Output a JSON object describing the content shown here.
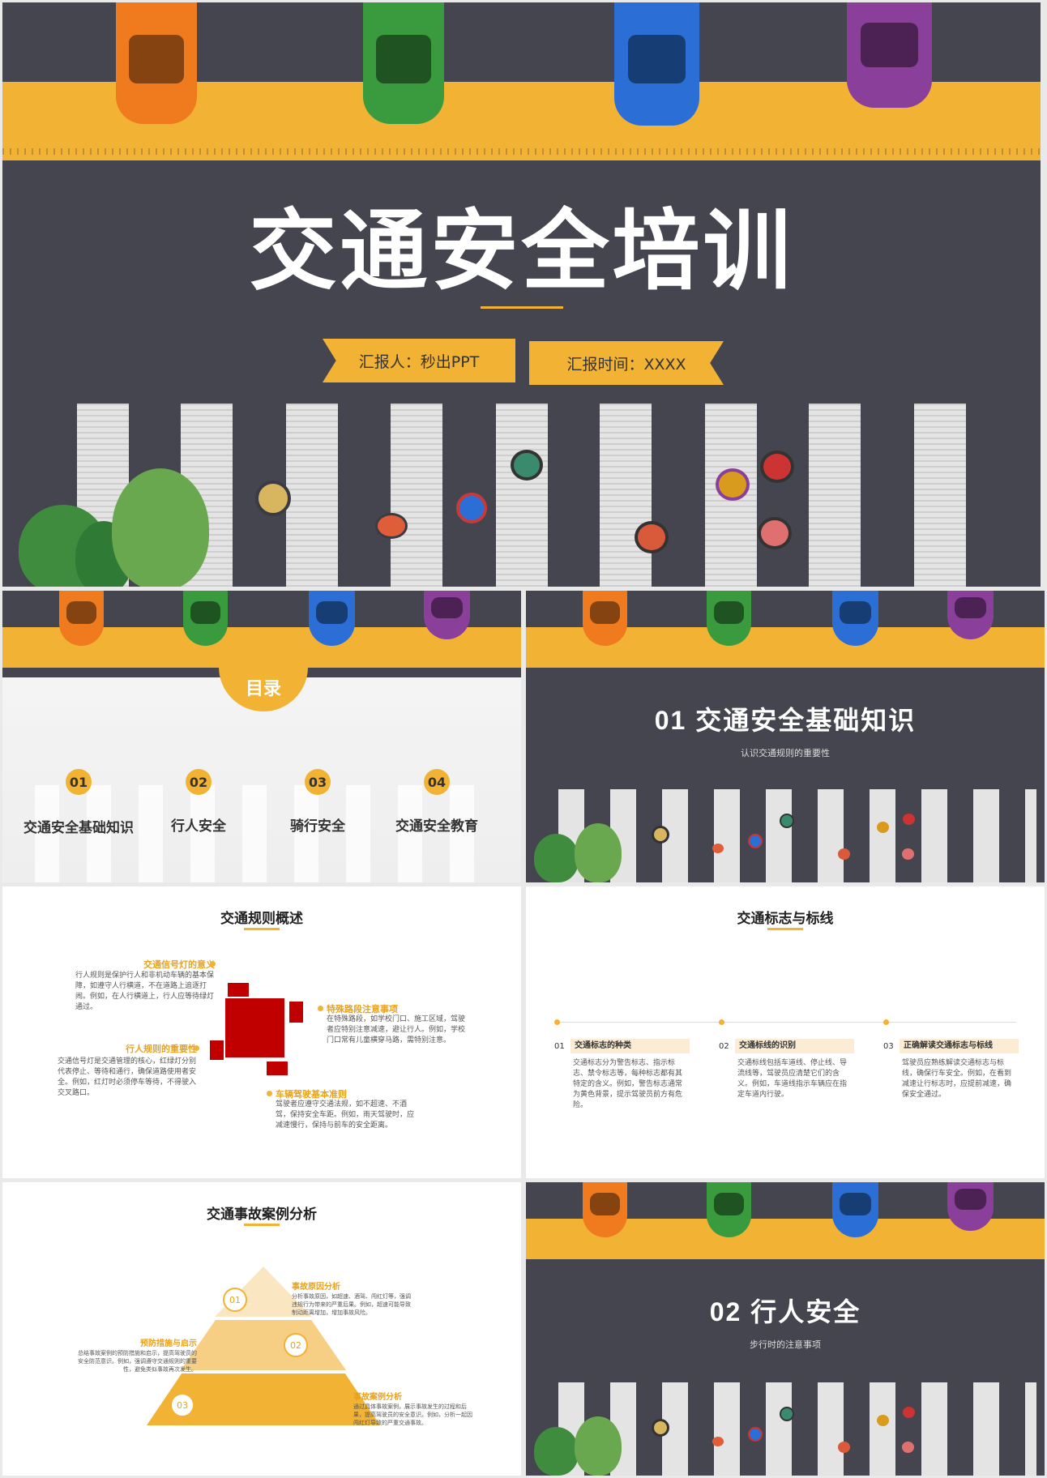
{
  "colors": {
    "road": "#45454f",
    "accent": "#f2b233",
    "red": "#c00000",
    "orange_text": "#e8a21e"
  },
  "cover": {
    "title": "交通安全培训",
    "reporter": "汇报人：秒出PPT",
    "time": "汇报时间：XXXX"
  },
  "toc": {
    "title": "目录",
    "items": [
      {
        "num": "01",
        "label": "交通安全基础知识"
      },
      {
        "num": "02",
        "label": "行人安全"
      },
      {
        "num": "03",
        "label": "骑行安全"
      },
      {
        "num": "04",
        "label": "交通安全教育"
      }
    ]
  },
  "section1": {
    "title": "01 交通安全基础知识",
    "subtitle": "认识交通规则的重要性"
  },
  "rules": {
    "title": "交通规则概述",
    "items": [
      {
        "heading": "交通信号灯的意义",
        "text": "行人规则是保护行人和非机动车辆的基本保障，如遵守人行横道，不在道路上追逐打闹。例如，在人行横道上，行人应等待绿灯通过。"
      },
      {
        "heading": "特殊路段注意事项",
        "text": "在特殊路段，如学校门口、施工区域，驾驶者应特别注意减速，避让行人。例如，学校门口常有儿童横穿马路，需特别注意。"
      },
      {
        "heading": "行人规则的重要性",
        "text": "交通信号灯是交通管理的核心，红绿灯分别代表停止、等待和通行，确保道路使用者安全。例如，红灯时必须停车等待，不得驶入交叉路口。"
      },
      {
        "heading": "车辆驾驶基本准则",
        "text": "驾驶者应遵守交通法规，如不超速、不酒驾，保持安全车距。例如，雨天驾驶时，应减速慢行，保持与前车的安全距离。"
      }
    ]
  },
  "signs": {
    "title": "交通标志与标线",
    "items": [
      {
        "num": "01",
        "heading": "交通标志的种类",
        "text": "交通标志分为警告标志、指示标志、禁令标志等，每种标志都有其特定的含义。例如，警告标志通常为黄色背景，提示驾驶员前方有危险。"
      },
      {
        "num": "02",
        "heading": "交通标线的识别",
        "text": "交通标线包括车道线、停止线、导流线等，驾驶员应清楚它们的含义。例如，车道线指示车辆应在指定车道内行驶。"
      },
      {
        "num": "03",
        "heading": "正确解读交通标志与标线",
        "text": "驾驶员应熟练解读交通标志与标线，确保行车安全。例如，在看到减速让行标志时，应提前减速，确保安全通过。"
      }
    ]
  },
  "cases": {
    "title": "交通事故案例分析",
    "items": [
      {
        "num": "01",
        "heading": "事故原因分析",
        "text": "分析事故原因，如超速、酒驾、闯红灯等，强调违规行为带来的严重后果。例如，超速可能导致制动距离增加，增加事故风险。"
      },
      {
        "num": "02",
        "heading": "预防措施与启示",
        "text": "总结事故案例的预防措施和启示，提高驾驶员的安全防范意识。例如，强调遵守交通规则的重要性，避免类似事故再次发生。"
      },
      {
        "num": "03",
        "heading": "事故案例分析",
        "text": "通过具体事故案例，展示事故发生的过程和后果，提高驾驶员的安全意识。例如，分析一起因闯红灯导致的严重交通事故。"
      }
    ]
  },
  "section2": {
    "title": "02 行人安全",
    "subtitle": "步行时的注意事项"
  }
}
